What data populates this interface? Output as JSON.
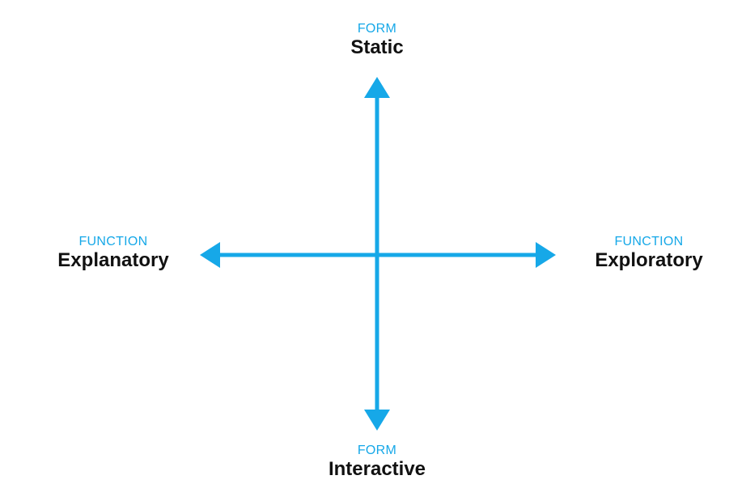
{
  "colors": {
    "accent": "#16a8e8",
    "text": "#111111"
  },
  "axes": {
    "vertical": {
      "top": {
        "category": "FORM",
        "name": "Static"
      },
      "bottom": {
        "category": "FORM",
        "name": "Interactive"
      }
    },
    "horizontal": {
      "left": {
        "category": "FUNCTION",
        "name": "Explanatory"
      },
      "right": {
        "category": "FUNCTION",
        "name": "Exploratory"
      }
    }
  }
}
